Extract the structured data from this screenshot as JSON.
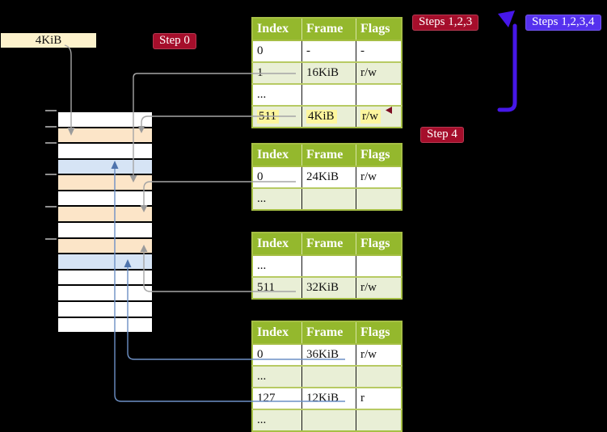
{
  "labels": {
    "frame_size": "4KiB",
    "step0": "Step 0",
    "steps123": "Steps 1,2,3",
    "steps1234": "Steps 1,2,3,4",
    "step4": "Step 4"
  },
  "memory": {
    "description": "physical memory frames, 4KiB each",
    "rows": [
      "free",
      "pt",
      "free",
      "page",
      "pt",
      "free",
      "pt",
      "free",
      "pt",
      "page",
      "free",
      "free",
      "free",
      "free"
    ]
  },
  "tables": [
    {
      "name": "page-table-at-4KiB",
      "headers": [
        "Index",
        "Frame",
        "Flags"
      ],
      "rows": [
        {
          "cells": [
            "0",
            "-",
            "-"
          ],
          "highlight": false
        },
        {
          "cells": [
            "1",
            "16KiB",
            "r/w"
          ],
          "highlight": false
        },
        {
          "cells": [
            "...",
            "",
            ""
          ],
          "highlight": false
        },
        {
          "cells": [
            "511",
            "4KiB",
            "r/w"
          ],
          "highlight": true
        }
      ]
    },
    {
      "name": "page-table-at-16KiB",
      "headers": [
        "Index",
        "Frame",
        "Flags"
      ],
      "rows": [
        {
          "cells": [
            "0",
            "24KiB",
            "r/w"
          ],
          "highlight": false
        },
        {
          "cells": [
            "...",
            "",
            ""
          ],
          "highlight": false
        }
      ]
    },
    {
      "name": "page-table-at-24KiB",
      "headers": [
        "Index",
        "Frame",
        "Flags"
      ],
      "rows": [
        {
          "cells": [
            "...",
            "",
            ""
          ],
          "highlight": false
        },
        {
          "cells": [
            "511",
            "32KiB",
            "r/w"
          ],
          "highlight": false
        }
      ]
    },
    {
      "name": "page-table-at-32KiB",
      "headers": [
        "Index",
        "Frame",
        "Flags"
      ],
      "rows": [
        {
          "cells": [
            "0",
            "36KiB",
            "r/w"
          ],
          "highlight": false
        },
        {
          "cells": [
            "...",
            "",
            ""
          ],
          "highlight": false
        },
        {
          "cells": [
            "127",
            "12KiB",
            "r"
          ],
          "highlight": false
        },
        {
          "cells": [
            "...",
            "",
            ""
          ],
          "highlight": false
        }
      ]
    }
  ],
  "colors": {
    "background": "#000000",
    "table_header_green": "#94b82d",
    "table_alt_row": "#e9efd6",
    "table_border_olive": "#a6bf45",
    "page_table_frame_peach": "#fce5c8",
    "mapped_page_frame_blue": "#d6e4f5",
    "frame_size_box_cream": "#fdf2cc",
    "highlight_yellow": "#fdf69e",
    "badge_red": "#a50e2b",
    "badge_blue": "#5531ee",
    "arrow_gray": "#a5a5a5",
    "arrow_steel_blue": "#6d90c5",
    "arrow_thick_blue": "#4617e8"
  }
}
